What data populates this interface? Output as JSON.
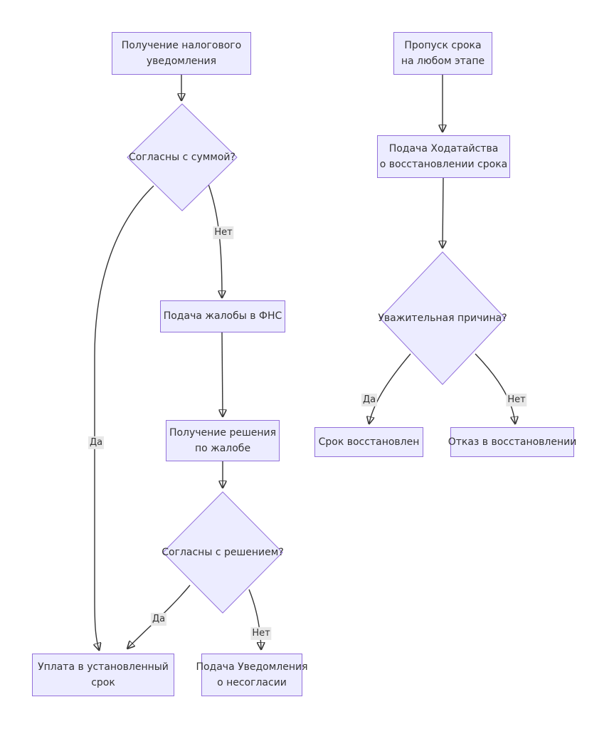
{
  "colors": {
    "background": "#ffffff",
    "node-fill": "#ECECFF",
    "node-border": "#9370DB",
    "edge-stroke": "#333333",
    "label-bg": "#e8e8e8",
    "text": "#333333"
  },
  "nodes": {
    "receive_notice": {
      "lines": [
        "Получение налогового",
        "уведомления"
      ]
    },
    "agree_sum": {
      "label": "Согласны с суммой?"
    },
    "file_complaint": {
      "lines": [
        "Подача жалобы в ФНС"
      ]
    },
    "receive_decision": {
      "lines": [
        "Получение решения",
        "по жалобе"
      ]
    },
    "agree_decision": {
      "label": "Согласны с решением?"
    },
    "pay_on_time": {
      "lines": [
        "Уплата в установленный",
        "срок"
      ]
    },
    "file_disagreement": {
      "lines": [
        "Подача Уведомления",
        "о несогласии"
      ]
    },
    "missed_deadline": {
      "lines": [
        "Пропуск срока",
        "на любом этапе"
      ]
    },
    "file_petition": {
      "lines": [
        "Подача Ходатайства",
        "о восстановлении срока"
      ]
    },
    "valid_reason": {
      "label": "Уважительная причина?"
    },
    "deadline_restored": {
      "lines": [
        "Срок восстановлен"
      ]
    },
    "restore_denied": {
      "lines": [
        "Отказ в восстановлении"
      ]
    }
  },
  "edge_labels": {
    "sum_no": "Нет",
    "sum_yes": "Да",
    "decision_yes": "Да",
    "decision_no": "Нет",
    "reason_yes": "Да",
    "reason_no": "Нет"
  }
}
